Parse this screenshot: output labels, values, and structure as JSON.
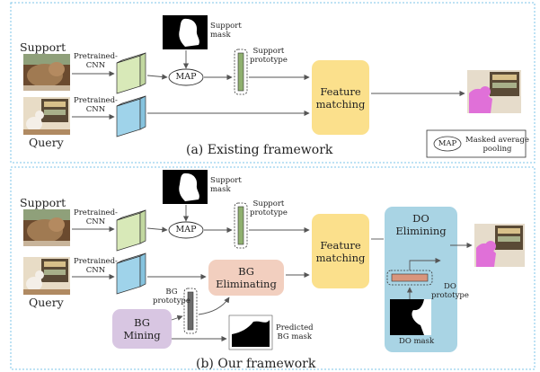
{
  "panel_a": {
    "caption": "(a) Existing framework",
    "support_label": "Support",
    "query_label": "Query",
    "pretrained_top": "Pretrained-\nCNN",
    "pretrained_bottom": "Pretrained-\nCNN",
    "support_mask_label": "Support\nmask",
    "map_label": "MAP",
    "support_prototype_label": "Support\nprototype",
    "feature_matching": "Feature\nmatching",
    "legend_map": "MAP",
    "legend_text": "Masked average\npooling"
  },
  "panel_b": {
    "caption": "(b) Our framework",
    "support_label": "Support",
    "query_label": "Query",
    "pretrained_top": "Pretrained-\nCNN",
    "pretrained_bottom": "Pretrained-\nCNN",
    "support_mask_label": "Support\nmask",
    "map_label": "MAP",
    "support_prototype_label": "Support\nprototype",
    "feature_matching": "Feature\nmatching",
    "bg_eliminating": "BG\nEliminating",
    "bg_prototype_label": "BG\nprototype",
    "bg_mining": "BG\nMining",
    "predicted_bg_mask": "Predicted\nBG mask",
    "do_eliminating": "DO\nElimining",
    "do_prototype_label": "DO\nprototype",
    "do_mask_label": "DO mask"
  },
  "colors": {
    "panel_border": "#7cc6e8",
    "cnn_green": "#d8e9b8",
    "cnn_blue": "#9fd3ea",
    "feature_matching": "#fbe08c",
    "bg_eliminating": "#f2cfbf",
    "bg_mining": "#d8c6e2",
    "do_panel": "#a9d4e4",
    "prototype_green": "#8fb06f",
    "prototype_gray": "#6b6b6b",
    "prototype_orange": "#d9957c"
  }
}
